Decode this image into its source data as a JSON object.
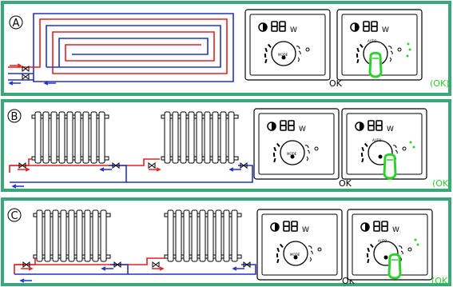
{
  "panels": [
    {
      "id": "A",
      "letter": "A",
      "left_status": "OK",
      "right_status": "(OK)",
      "unit": "W",
      "mode_label": "MODE",
      "auto_label": "AUTO",
      "heating_type": "underfloor",
      "colors": {
        "frame": "#3aa77a",
        "supply": "#e32222",
        "return": "#2230c8",
        "ok_green": "#2dd12d"
      }
    },
    {
      "id": "B",
      "letter": "B",
      "left_status": "OK",
      "right_status": "(OK)",
      "unit": "W",
      "mode_label": "MODE",
      "auto_label": "AUTO",
      "heating_type": "radiators",
      "colors": {
        "frame": "#3aa77a",
        "supply": "#e32222",
        "return": "#2230c8",
        "ok_green": "#2dd12d"
      }
    },
    {
      "id": "C",
      "letter": "C",
      "left_status": "OK",
      "right_status": "(OK)",
      "unit": "W",
      "mode_label": "MODE",
      "auto_label": "AUTO",
      "heating_type": "radiators",
      "colors": {
        "frame": "#3aa77a",
        "supply": "#e32222",
        "return": "#2230c8",
        "ok_green": "#2dd12d"
      }
    }
  ]
}
